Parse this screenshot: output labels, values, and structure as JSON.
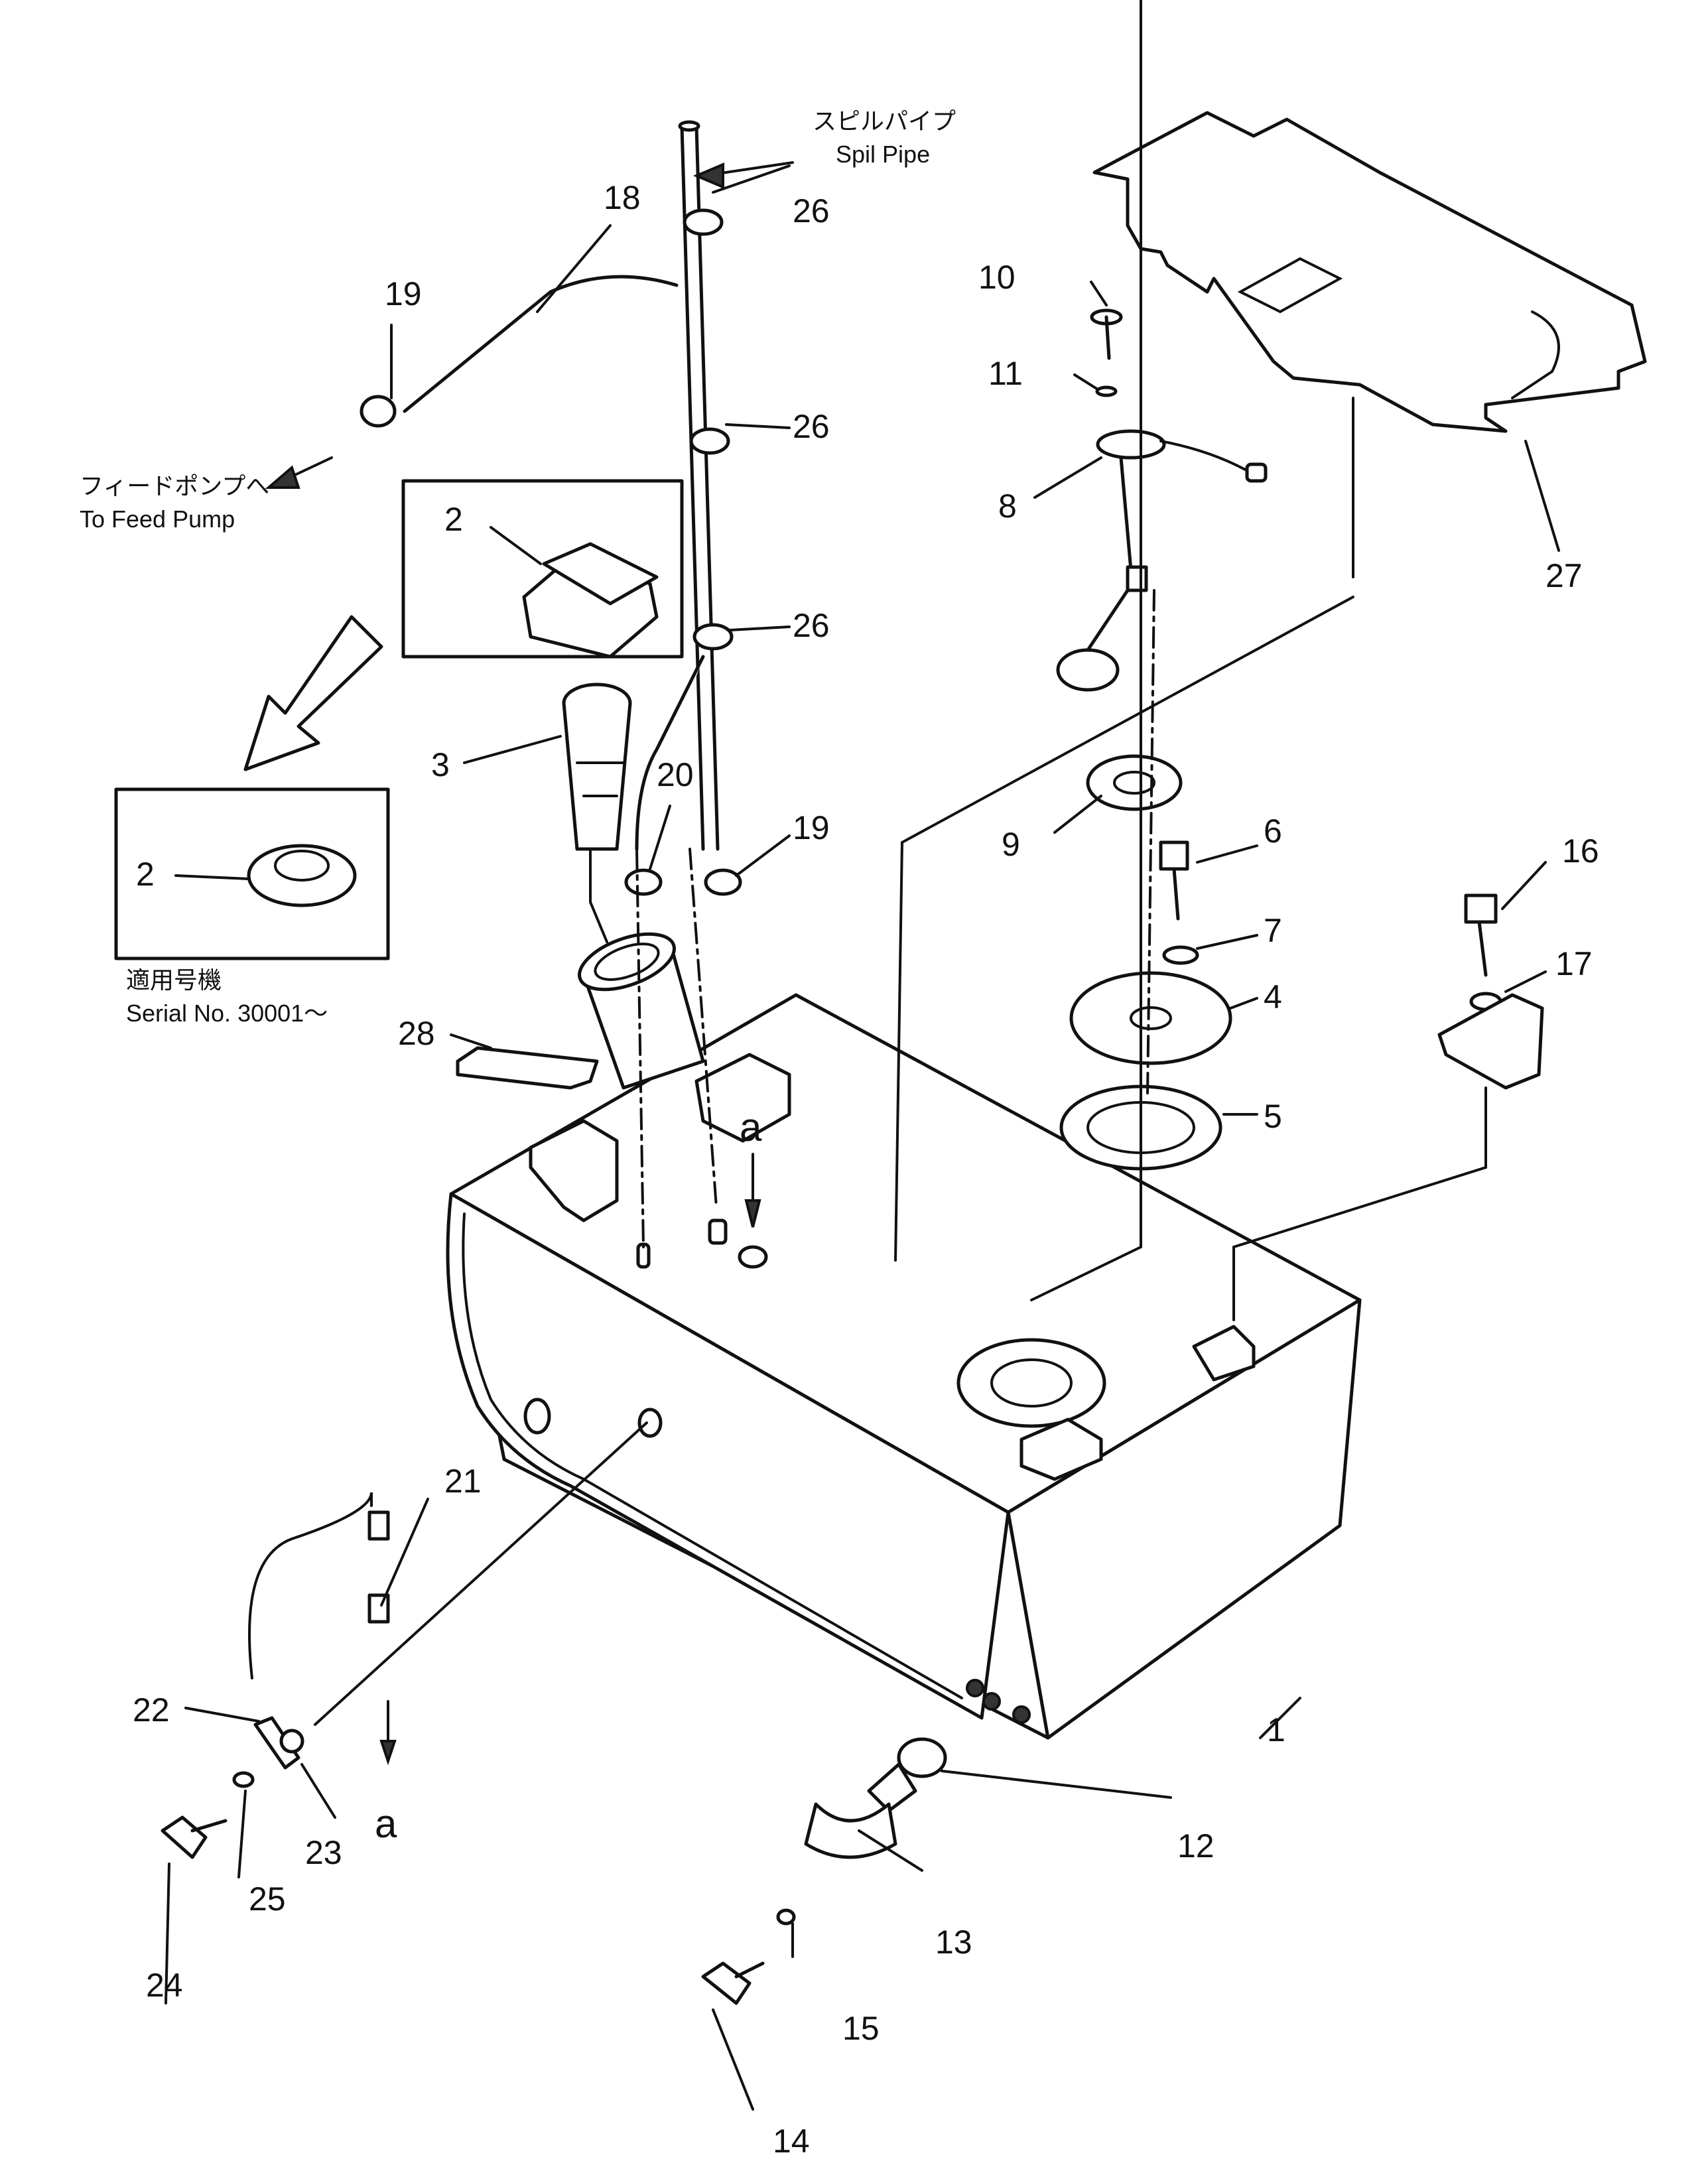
{
  "callouts": [
    {
      "id": "c1",
      "label": "1"
    },
    {
      "id": "c2a",
      "label": "2"
    },
    {
      "id": "c2b",
      "label": "2"
    },
    {
      "id": "c3",
      "label": "3"
    },
    {
      "id": "c4",
      "label": "4"
    },
    {
      "id": "c5",
      "label": "5"
    },
    {
      "id": "c6",
      "label": "6"
    },
    {
      "id": "c7",
      "label": "7"
    },
    {
      "id": "c8",
      "label": "8"
    },
    {
      "id": "c9",
      "label": "9"
    },
    {
      "id": "c10",
      "label": "10"
    },
    {
      "id": "c11",
      "label": "11"
    },
    {
      "id": "c12",
      "label": "12"
    },
    {
      "id": "c13",
      "label": "13"
    },
    {
      "id": "c14",
      "label": "14"
    },
    {
      "id": "c15",
      "label": "15"
    },
    {
      "id": "c16",
      "label": "16"
    },
    {
      "id": "c17",
      "label": "17"
    },
    {
      "id": "c18",
      "label": "18"
    },
    {
      "id": "c19a",
      "label": "19"
    },
    {
      "id": "c19b",
      "label": "19"
    },
    {
      "id": "c20",
      "label": "20"
    },
    {
      "id": "c21",
      "label": "21"
    },
    {
      "id": "c22",
      "label": "22"
    },
    {
      "id": "c23",
      "label": "23"
    },
    {
      "id": "c24",
      "label": "24"
    },
    {
      "id": "c25",
      "label": "25"
    },
    {
      "id": "c26a",
      "label": "26"
    },
    {
      "id": "c26b",
      "label": "26"
    },
    {
      "id": "c26c",
      "label": "26"
    },
    {
      "id": "c27",
      "label": "27"
    },
    {
      "id": "c28",
      "label": "28"
    }
  ],
  "annotations": {
    "spill_pipe_jp": "スピルパイプ",
    "spill_pipe_en": "Spil Pipe",
    "feed_pump_jp": "フィードポンプへ",
    "feed_pump_en": "To Feed Pump",
    "serial_jp": "適用号機",
    "serial_en": "Serial No. 30001～",
    "view_a_top": "a",
    "view_a_bottom": "a"
  }
}
